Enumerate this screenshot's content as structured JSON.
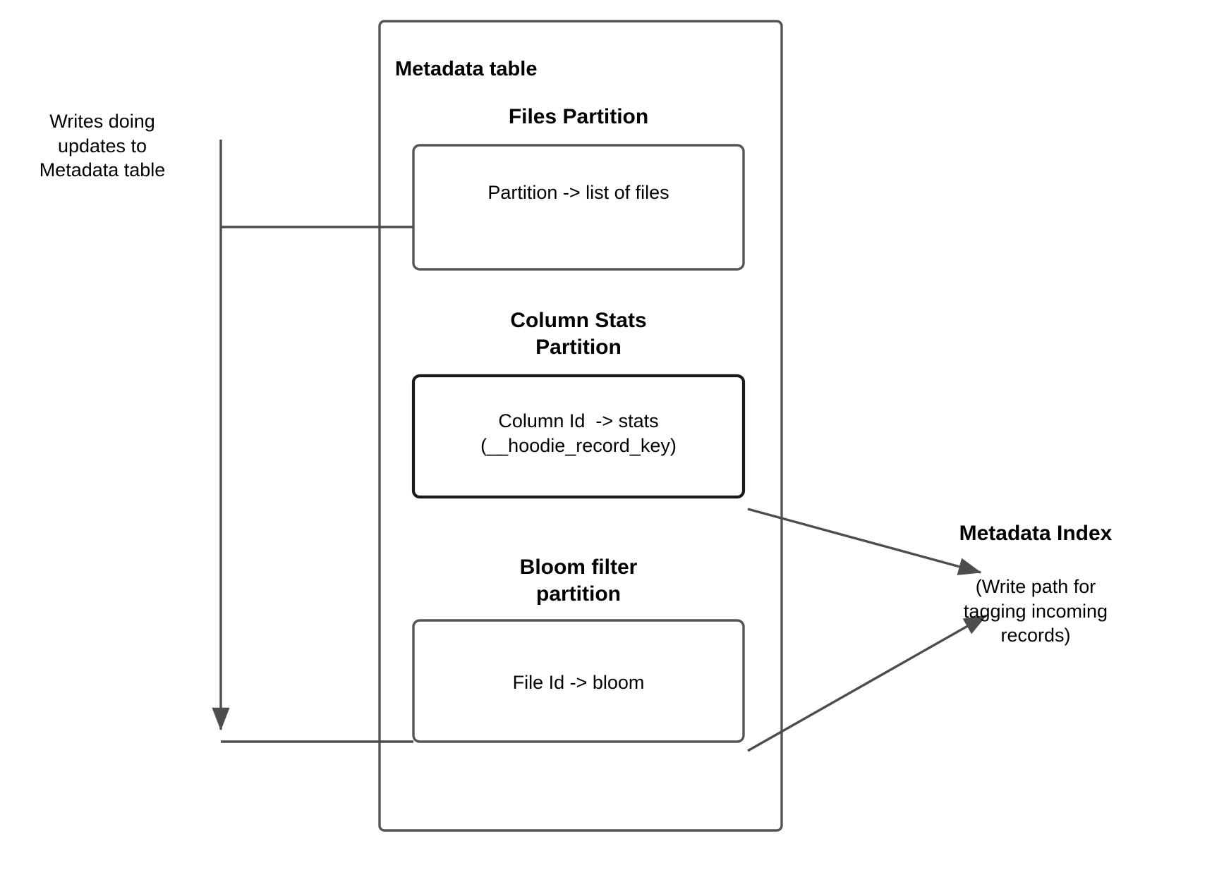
{
  "diagram": {
    "title_left": "Writes doing\nupdates to\nMetadata table",
    "container": {
      "label": "Metadata table"
    },
    "partitions": [
      {
        "heading": "Files Partition",
        "box_text": "Partition -> list of files"
      },
      {
        "heading": "Column Stats\nPartition",
        "box_text": "Column Id  -> stats\n(__hoodie_record_key)"
      },
      {
        "heading": "Bloom filter\npartition",
        "box_text": "File Id -> bloom"
      }
    ],
    "right_label": {
      "title": "Metadata Index",
      "note": "(Write path for\ntagging incoming\nrecords)"
    },
    "colors": {
      "stroke": "#555555",
      "stroke_dark": "#1a1a1a",
      "arrow": "#4d4d4d",
      "background": "#ffffff",
      "text": "#000000"
    }
  }
}
